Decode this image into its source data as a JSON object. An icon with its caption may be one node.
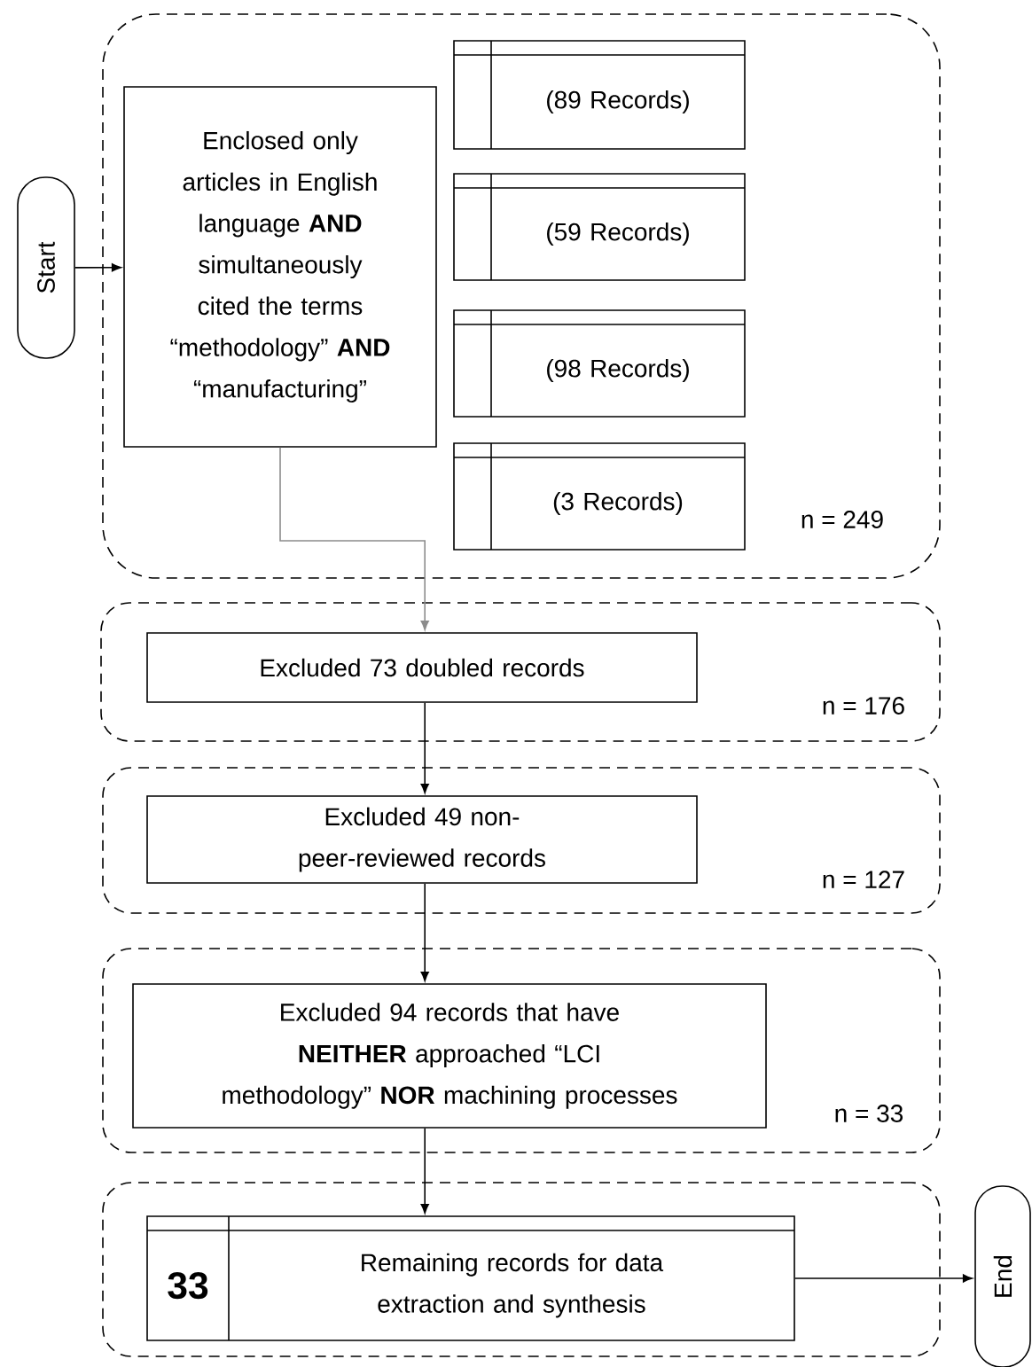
{
  "diagram": {
    "nodes": [
      {
        "text": [
          "Start"
        ]
      },
      {
        "text": [
          "n = 249"
        ]
      },
      {
        "text": [
          "Enclosed only articles in English language **AND** simultaneously cited the terms “methodology” **AND** “manufacturing”"
        ],
        "in": 1
      },
      {
        "text": [
          "(89 Records)"
        ],
        "in": 1
      },
      {
        "text": [
          "(59 Records)"
        ],
        "in": 1
      },
      {
        "text": [
          "(98 Records)"
        ],
        "in": 1
      },
      {
        "text": [
          "(3 Records)"
        ],
        "in": 1
      },
      {
        "text": [
          "n = 176"
        ]
      },
      {
        "text": [
          "Excluded 73 doubled records"
        ],
        "in": 7
      },
      {
        "text": [
          "n = 127"
        ]
      },
      {
        "text": [
          "Excluded 49 non-peer-reviewed records"
        ],
        "in": 9
      },
      {
        "text": [
          "n = 33"
        ]
      },
      {
        "text": [
          "Excluded 94 records that have **NEITHER** approached “LCI methodology” **NOR** machining processes"
        ],
        "in": 11
      },
      {
        "text": [],
        "shape": "box"
      },
      {
        "text": [
          "33",
          "Remaining records for data extraction and synthesis"
        ],
        "in": 13
      },
      {
        "text": [
          "End"
        ]
      }
    ],
    "edges": [
      {
        "from": 0,
        "to": 2,
        "arrow": "to"
      },
      {
        "from": 2,
        "to": 8,
        "arrow": "to",
        "color": "#8c8c8c"
      },
      {
        "from": 8,
        "to": 10,
        "arrow": "to"
      },
      {
        "from": 10,
        "to": 12,
        "arrow": "to"
      },
      {
        "from": 12,
        "to": 14,
        "arrow": "to"
      },
      {
        "from": 14,
        "to": 15,
        "arrow": "to"
      }
    ]
  }
}
